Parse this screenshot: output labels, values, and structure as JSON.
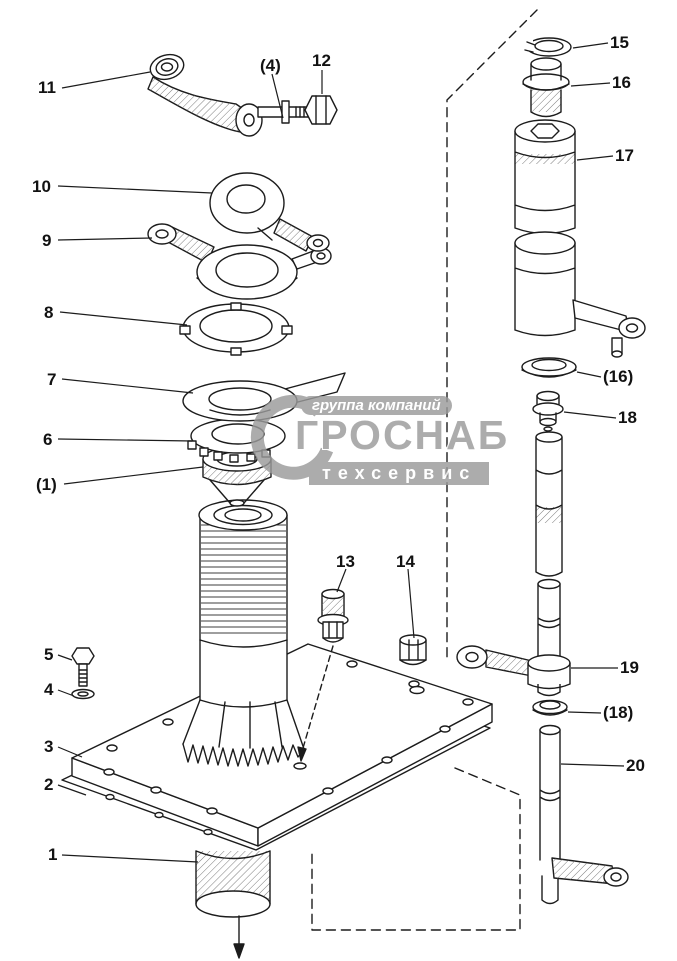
{
  "diagram": {
    "type": "exploded-parts-diagram",
    "colors": {
      "line": "#1c1c1c",
      "background": "#ffffff",
      "watermark": "#9b9b9b"
    }
  },
  "part_labels": [
    {
      "text": "11"
    },
    {
      "text": "(4)"
    },
    {
      "text": "12"
    },
    {
      "text": "10"
    },
    {
      "text": "9"
    },
    {
      "text": "8"
    },
    {
      "text": "7"
    },
    {
      "text": "6"
    },
    {
      "text": "(1)"
    },
    {
      "text": "5"
    },
    {
      "text": "4"
    },
    {
      "text": "3"
    },
    {
      "text": "2"
    },
    {
      "text": "1"
    },
    {
      "text": "13"
    },
    {
      "text": "14"
    },
    {
      "text": "15"
    },
    {
      "text": "16"
    },
    {
      "text": "17"
    },
    {
      "text": "(16)"
    },
    {
      "text": "18"
    },
    {
      "text": "19"
    },
    {
      "text": "(18)"
    },
    {
      "text": "20"
    }
  ],
  "watermark": {
    "line1": "группа компаний",
    "line2": "ГРОСНАБ",
    "line3": "техсервис"
  }
}
